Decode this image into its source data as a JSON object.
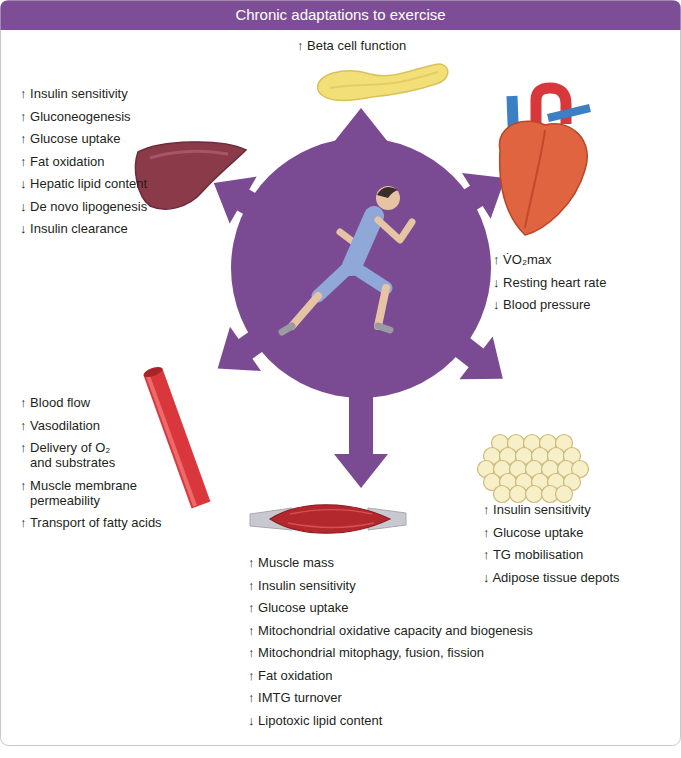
{
  "diagram": {
    "title": "Chronic adaptations to exercise",
    "nodes": [
      {
        "text": [
          "↑ Beta cell function"
        ]
      },
      {
        "text": [
          "↑ Insulin sensitivity",
          "↑ Gluconeogenesis",
          "↑ Glucose uptake",
          "↑ Fat oxidation",
          "↓ Hepatic lipid content",
          "↓ De novo lipogenesis",
          "↓ Insulin clearance"
        ]
      },
      {
        "text": [
          "↑ V̇O₂max",
          "↓ Resting heart rate",
          "↓ Blood pressure"
        ]
      },
      {
        "text": [
          "↑ Blood flow",
          "↑ Vasodilation",
          "↑ Delivery of O₂ and substrates",
          "↑ Muscle membrane permeability",
          "↑ Transport of fatty acids"
        ]
      },
      {
        "text": [
          "↑ Insulin sensitivity",
          "↑ Glucose uptake",
          "↑ TG mobilisation",
          "↓ Adipose tissue depots"
        ]
      },
      {
        "text": [
          "↑ Muscle mass",
          "↑ Insulin sensitivity",
          "↑ Glucose uptake",
          "↑ Mitochondrial oxidative capacity and biogenesis",
          "↑ Mitochondrial mitophagy, fusion, fission",
          "↑ Fat oxidation",
          "↑ IMTG turnover",
          "↓ Lipotoxic lipid content"
        ]
      }
    ]
  }
}
